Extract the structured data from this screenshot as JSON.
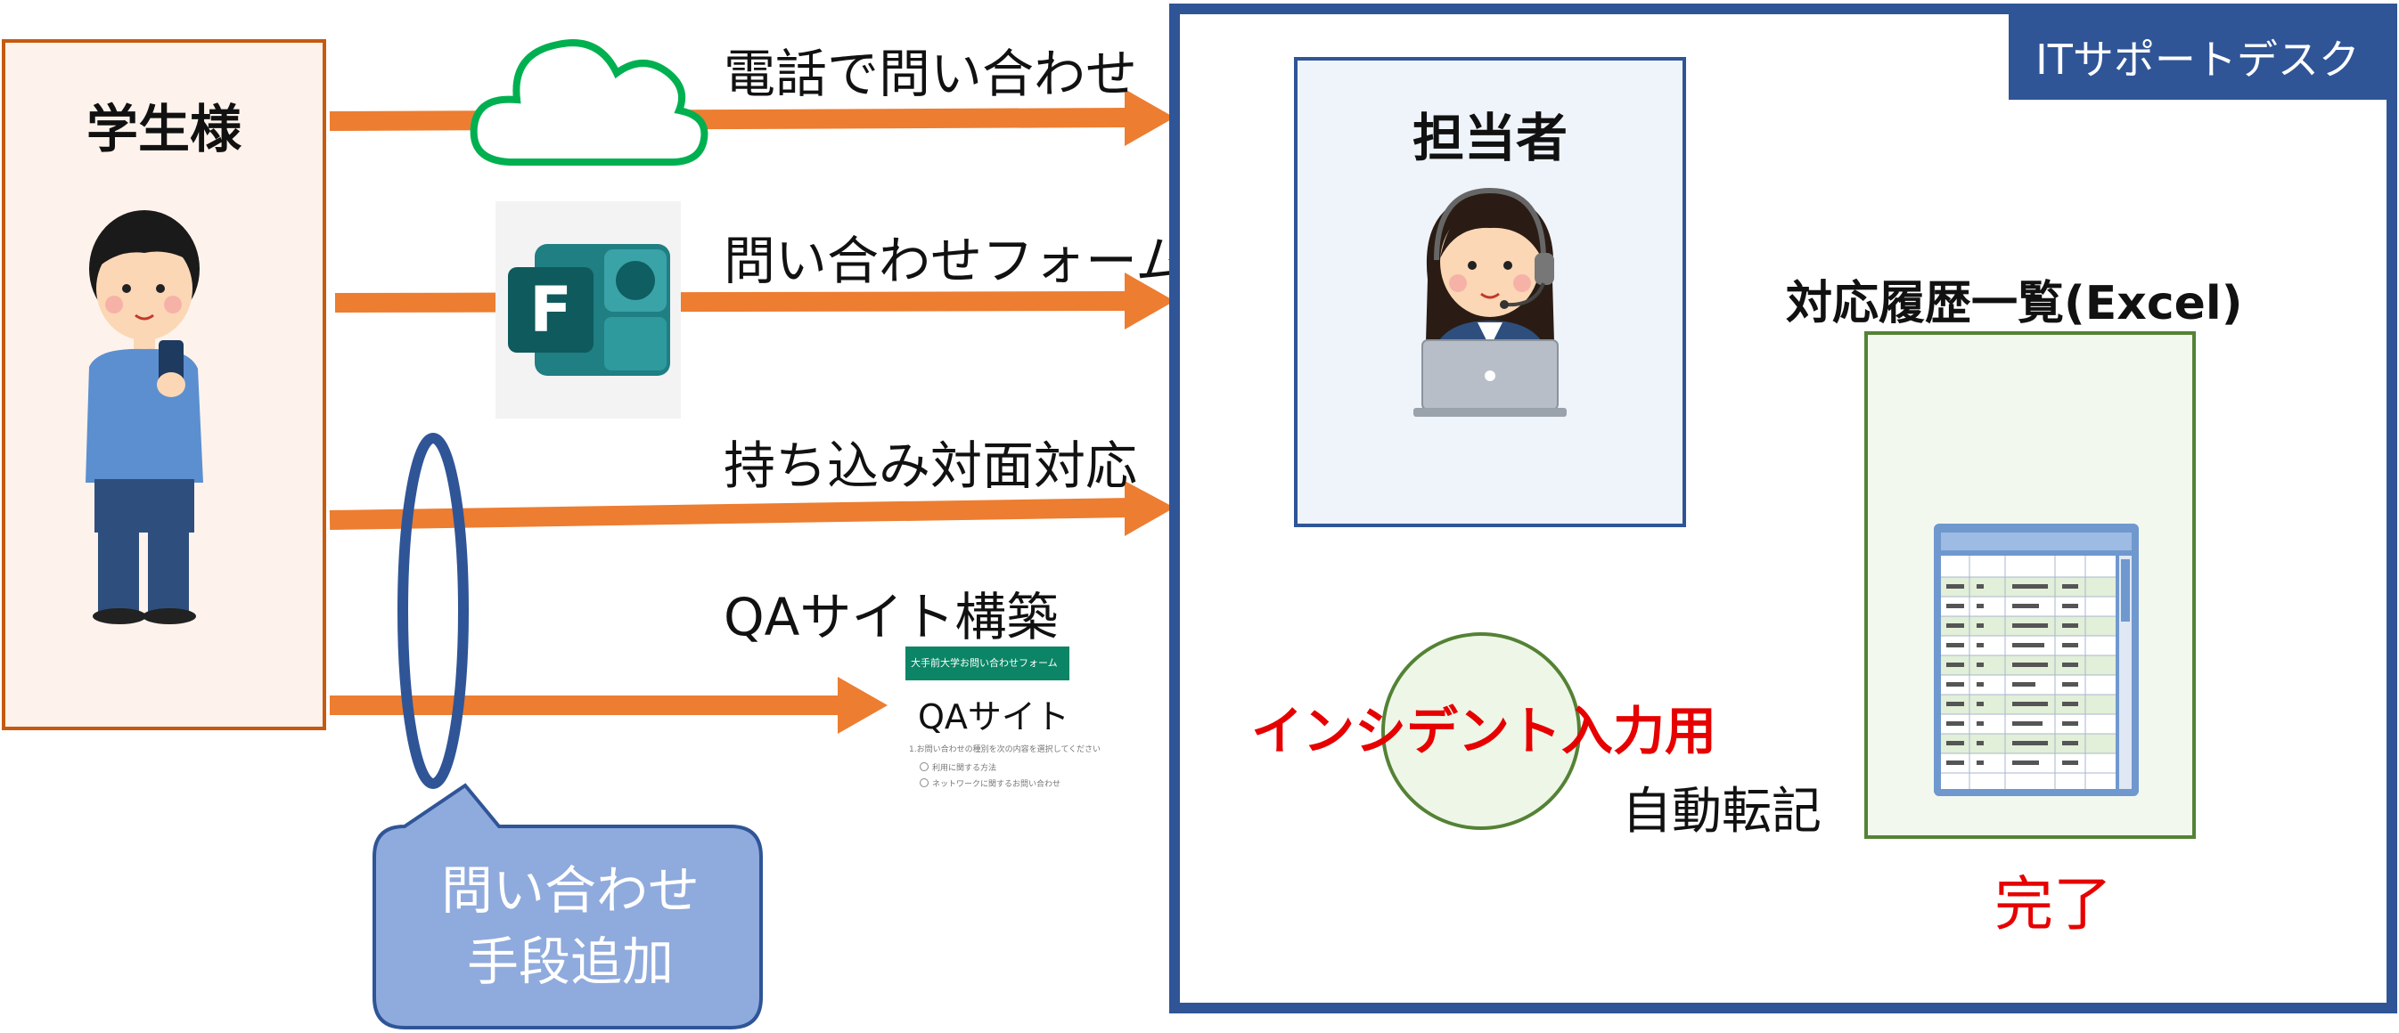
{
  "student": {
    "title": "学生様"
  },
  "channels": {
    "phone": "電話で問い合わせ",
    "form": "問い合わせフォーム",
    "in_person": "持ち込み対面対応",
    "qa": "QAサイト構築"
  },
  "callout": {
    "line1": "問い合わせ",
    "line2": "手段追加"
  },
  "helpdesk": {
    "tab": "ITサポートデスク",
    "staff_title": "担当者",
    "incident": "インシデント入力用",
    "auto_transfer": "自動転記",
    "history_title": "対応履歴一覧(Excel)",
    "done": "完了"
  },
  "qa_site": {
    "header": "大手前大学お問い合わせフォーム",
    "title": "QAサイト",
    "question": "1.お問い合わせの種別を次の内容を選択してください",
    "option1": "利用に関する方法",
    "option2": "ネットワークに関するお問い合わせ"
  },
  "colors": {
    "arrow": "#ed7d31",
    "blue_border": "#2f5597",
    "student_border": "#c55a11",
    "green": "#548235",
    "green_arrow": "#70ad47",
    "red_text": "#e60000",
    "callout_fill": "#8faadc",
    "cloud_stroke": "#00b050"
  },
  "icons": [
    "cloud-icon",
    "microsoft-forms-icon",
    "student-illustration",
    "operator-illustration",
    "spreadsheet-icon"
  ]
}
